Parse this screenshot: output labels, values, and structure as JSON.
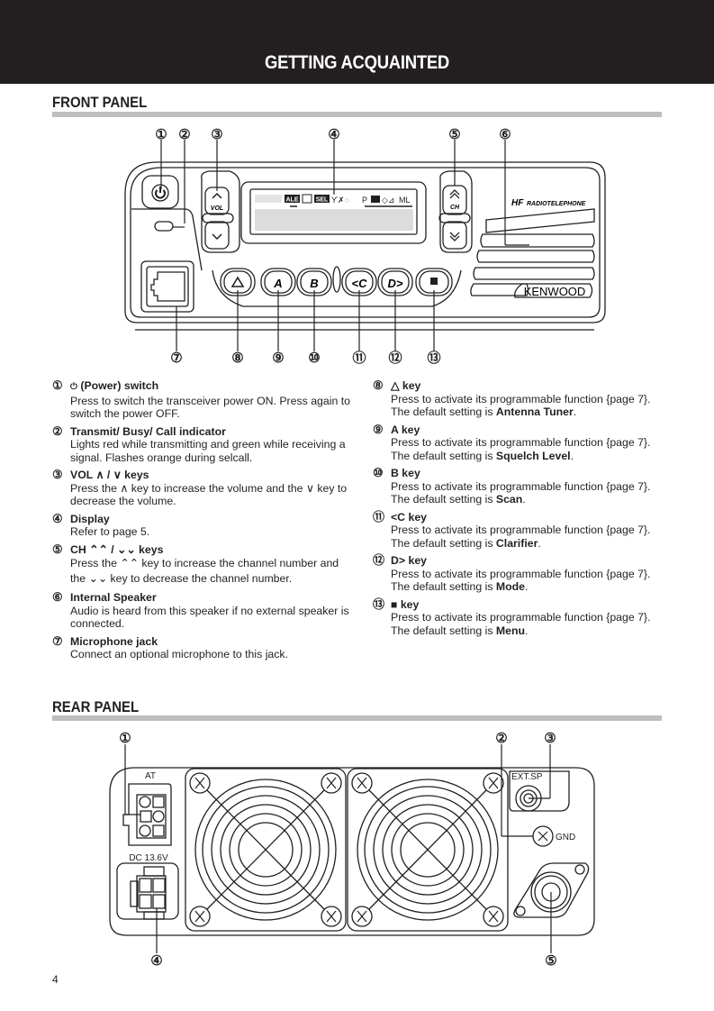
{
  "header": {
    "title": "GETTING ACQUAINTED"
  },
  "front_panel": {
    "title": "FRONT PANEL",
    "callouts": [
      "①",
      "②",
      "③",
      "④",
      "⑤",
      "⑥",
      "⑦",
      "⑧",
      "⑨",
      "⑩",
      "⑪",
      "⑫",
      "⑬"
    ],
    "device_labels": {
      "vol": "VOL",
      "ch": "CH",
      "brand_model": "HF",
      "brand_sub": "RADIOTELEPHONE",
      "brand": "KENWOOD",
      "lcd_ale": "ALE",
      "lcd_sel": "SEL",
      "lcd_p": "P",
      "lcd_ml": "ML",
      "key_a": "A",
      "key_b": "B",
      "key_c": "<C",
      "key_d": "D>"
    },
    "items_left": [
      {
        "num": "①",
        "icon": "power-icon",
        "icon_glyph": "⏻",
        "title": "(Power) switch",
        "body": "Press to switch the transceiver power ON.  Press again to switch the power OFF."
      },
      {
        "num": "②",
        "title": "Transmit/ Busy/ Call indicator",
        "body": "Lights red while transmitting and green while receiving a signal.  Flashes orange during selcall."
      },
      {
        "num": "③",
        "title": "VOL ∧ / ∨ keys",
        "body": "Press the ∧ key to increase the volume and the ∨ key to decrease the volume."
      },
      {
        "num": "④",
        "title": "Display",
        "body": "Refer to page 5."
      },
      {
        "num": "⑤",
        "title": "CH ⌃⌃ / ⌄⌄ keys",
        "body": "Press the ⌃⌃ key to increase the channel number and the ⌄⌄ key to decrease the channel number."
      },
      {
        "num": "⑥",
        "title": "Internal Speaker",
        "body": "Audio is heard from this speaker if no external speaker is connected."
      },
      {
        "num": "⑦",
        "title": "Microphone jack",
        "body": "Connect an optional microphone to this jack."
      }
    ],
    "items_right": [
      {
        "num": "⑧",
        "title": "△ key",
        "body_prefix": "Press to activate its programmable function {page 7}.  The default setting is ",
        "default": "Antenna Tuner",
        "suffix": "."
      },
      {
        "num": "⑨",
        "title": "A key",
        "body_prefix": "Press to activate its programmable function {page 7}.  The default setting is ",
        "default": "Squelch Level",
        "suffix": "."
      },
      {
        "num": "⑩",
        "title": "B key",
        "body_prefix": "Press to activate its programmable function {page 7}.  The default setting is ",
        "default": "Scan",
        "suffix": "."
      },
      {
        "num": "⑪",
        "title": "<C key",
        "body_prefix": "Press to activate its programmable function {page 7}.  The default setting is ",
        "default": "Clarifier",
        "suffix": "."
      },
      {
        "num": "⑫",
        "title": "D> key",
        "body_prefix": "Press to activate its programmable function {page 7}.  The default setting is ",
        "default": "Mode",
        "suffix": "."
      },
      {
        "num": "⑬",
        "title": "■ key",
        "body_prefix": "Press to activate its programmable function {page 7}.  The default setting is ",
        "default": "Menu",
        "suffix": "."
      }
    ]
  },
  "rear_panel": {
    "title": "REAR PANEL",
    "callouts": [
      "①",
      "②",
      "③",
      "④",
      "⑤"
    ],
    "labels": {
      "at": "AT",
      "dc": "DC  13.6V",
      "ext_sp": "EXT.SP",
      "gnd": "GND"
    }
  },
  "page_number": "4"
}
